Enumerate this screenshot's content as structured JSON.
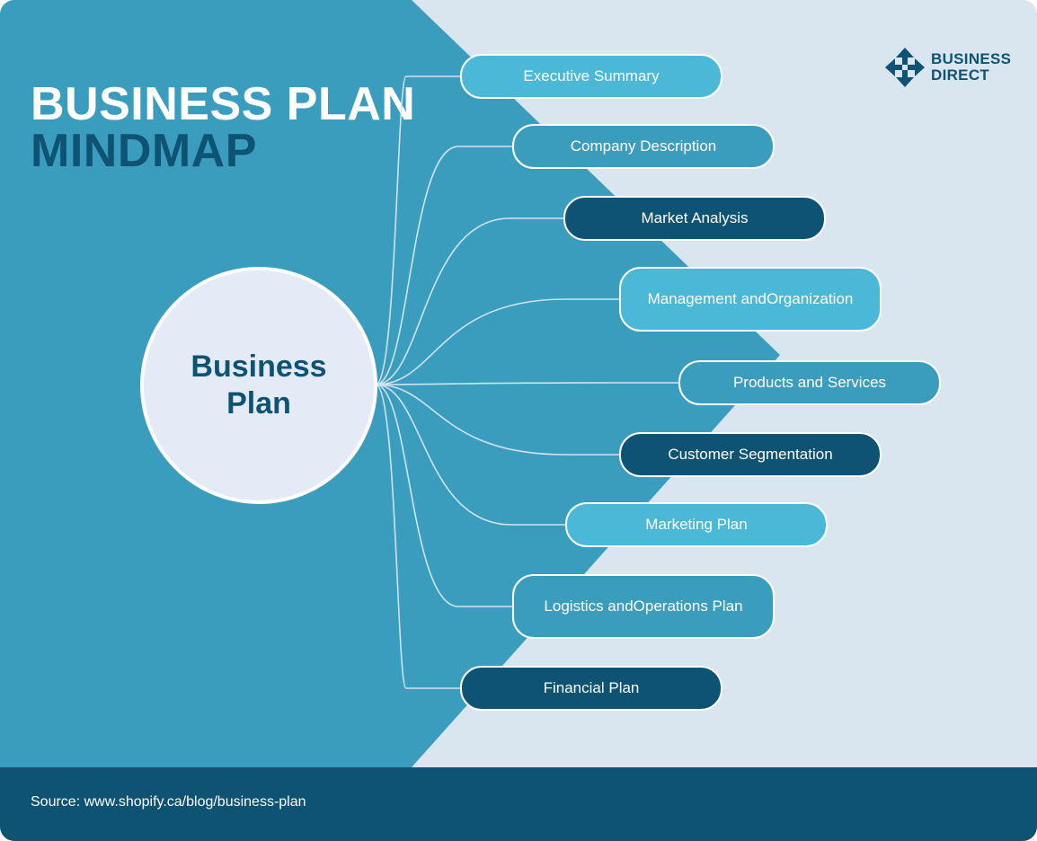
{
  "title": {
    "line1": "BUSINESS PLAN",
    "line2": "MINDMAP"
  },
  "brand": {
    "line1": "BUSINESS",
    "line2": "DIRECT",
    "icon": "four-way-arrows-icon"
  },
  "center": {
    "label": "Business Plan"
  },
  "branches": [
    {
      "label": "Executive Summary",
      "style": "light"
    },
    {
      "label": "Company Description",
      "style": "mid"
    },
    {
      "label": "Market Analysis",
      "style": "dark"
    },
    {
      "label": "Management and Organization",
      "style": "light"
    },
    {
      "label": "Products and Services",
      "style": "mid"
    },
    {
      "label": "Customer Segmentation",
      "style": "dark"
    },
    {
      "label": "Marketing Plan",
      "style": "light"
    },
    {
      "label": "Logistics and Operations Plan",
      "style": "mid"
    },
    {
      "label": "Financial Plan",
      "style": "dark"
    }
  ],
  "footer": {
    "source": "Source: www.shopify.ca/blog/business-plan"
  },
  "colors": {
    "dark": "#0e5374",
    "mid": "#3b9dbd",
    "light": "#4bb8d7",
    "background": "#d9e6ef",
    "center": "#e4ebf6"
  }
}
